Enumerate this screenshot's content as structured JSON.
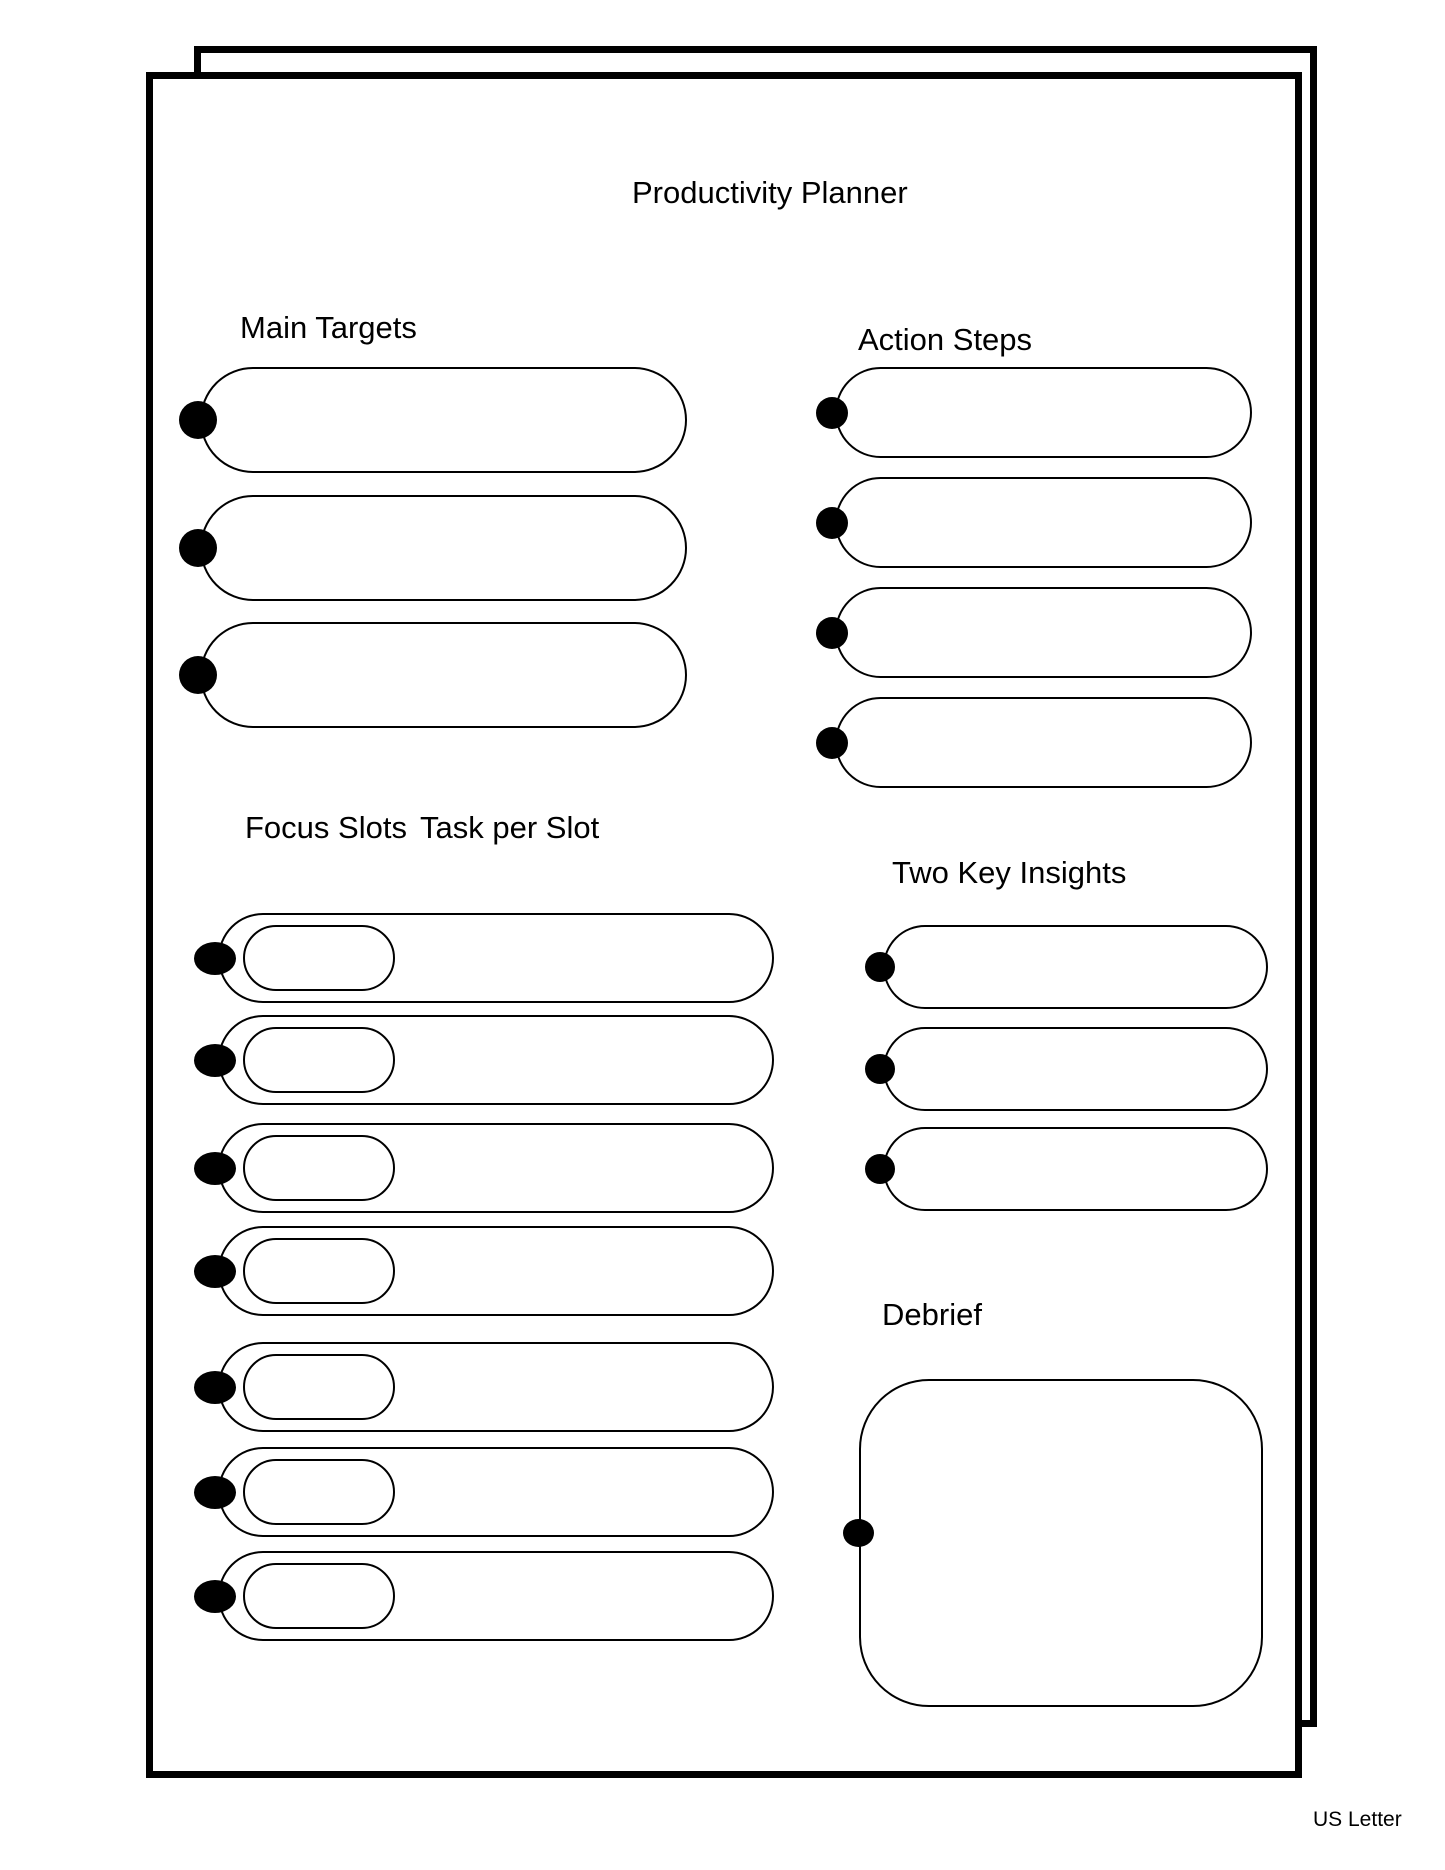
{
  "page": {
    "title": "Productivity Planner",
    "paper_size_label": "US Letter",
    "colors": {
      "ink": "#000000",
      "paper": "#ffffff"
    }
  },
  "sections": {
    "main_targets": {
      "heading": "Main Targets",
      "field_count": 3
    },
    "action_steps": {
      "heading": "Action Steps",
      "field_count": 4
    },
    "focus_slots": {
      "heading_slots": "Focus Slots",
      "heading_task": "Task per Slot",
      "row_count": 7
    },
    "two_key_insights": {
      "heading": "Two Key Insights",
      "field_count": 3
    },
    "debrief": {
      "heading": "Debrief"
    }
  }
}
